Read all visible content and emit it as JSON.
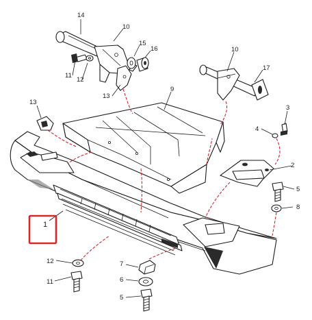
{
  "diagram": {
    "callouts": {
      "c1": "1",
      "c2": "2",
      "c3": "3",
      "c4": "4",
      "c5a": "5",
      "c5b": "5",
      "c6": "6",
      "c7": "7",
      "c8": "8",
      "c9": "9",
      "c10a": "10",
      "c10b": "10",
      "c11a": "11",
      "c11b": "11",
      "c12a": "12",
      "c12b": "12",
      "c13a": "13",
      "c13b": "13",
      "c14": "14",
      "c15": "15",
      "c16": "16",
      "c17": "17"
    },
    "highlight_color": "#d62828",
    "guide_line_color": "#c8262b"
  }
}
